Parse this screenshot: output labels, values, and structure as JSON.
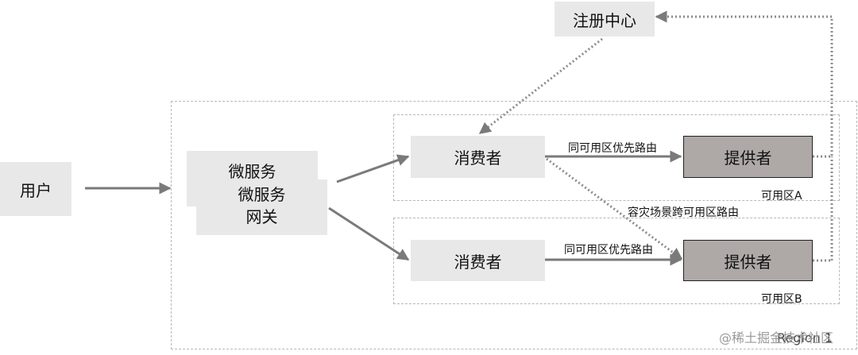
{
  "registry": {
    "label": "注册中心"
  },
  "user": {
    "label": "用户"
  },
  "microservice": {
    "label": "微服务"
  },
  "gateway": {
    "line1": "微服务",
    "line2": "网关"
  },
  "consumer_a": {
    "label": "消费者"
  },
  "consumer_b": {
    "label": "消费者"
  },
  "provider_a": {
    "label": "提供者"
  },
  "provider_b": {
    "label": "提供者"
  },
  "zone_a": {
    "label": "可用区A"
  },
  "zone_b": {
    "label": "可用区B"
  },
  "region": {
    "label": "Region 1"
  },
  "edges": {
    "same_zone_a": "同可用区优先路由",
    "same_zone_b": "同可用区优先路由",
    "cross_zone": "容灾场景跨可用区路由"
  },
  "watermark": "@稀土掘金技术社区"
}
